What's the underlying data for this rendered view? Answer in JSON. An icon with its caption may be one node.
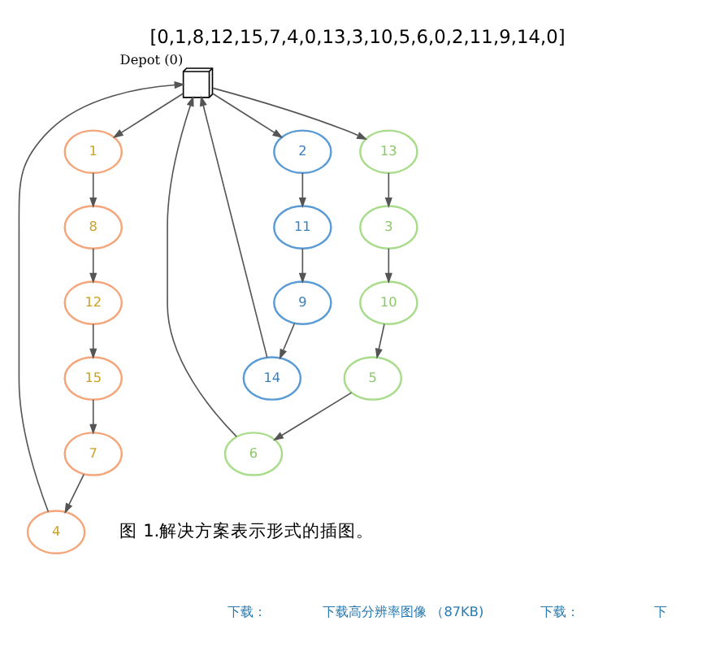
{
  "diagram": {
    "title": "[0,1,8,12,15,7,4,0,13,3,10,5,6,0,2,11,9,14,0]",
    "caption": "图 1.解决方案表示形式的插图。",
    "nodes": [
      {
        "text": [],
        "shape": "box",
        "beside": [
          "Depot (0)"
        ]
      },
      {
        "text": [
          "1"
        ]
      },
      {
        "text": [
          "8"
        ]
      },
      {
        "text": [
          "12"
        ]
      },
      {
        "text": [
          "15"
        ]
      },
      {
        "text": [
          "7"
        ]
      },
      {
        "text": [
          "4"
        ]
      },
      {
        "text": [
          "13"
        ]
      },
      {
        "text": [
          "3"
        ]
      },
      {
        "text": [
          "10"
        ]
      },
      {
        "text": [
          "5"
        ]
      },
      {
        "text": [
          "6"
        ]
      },
      {
        "text": [
          "2"
        ]
      },
      {
        "text": [
          "11"
        ]
      },
      {
        "text": [
          "9"
        ]
      },
      {
        "text": [
          "14"
        ]
      }
    ],
    "edges": [
      {
        "from": 0,
        "to": 1,
        "arrow": "to"
      },
      {
        "from": 1,
        "to": 2,
        "arrow": "to"
      },
      {
        "from": 2,
        "to": 3,
        "arrow": "to"
      },
      {
        "from": 3,
        "to": 4,
        "arrow": "to"
      },
      {
        "from": 4,
        "to": 5,
        "arrow": "to"
      },
      {
        "from": 5,
        "to": 6,
        "arrow": "to"
      },
      {
        "from": 6,
        "to": 0,
        "arrow": "to"
      },
      {
        "from": 0,
        "to": 7,
        "arrow": "to"
      },
      {
        "from": 7,
        "to": 8,
        "arrow": "to"
      },
      {
        "from": 8,
        "to": 9,
        "arrow": "to"
      },
      {
        "from": 9,
        "to": 10,
        "arrow": "to"
      },
      {
        "from": 10,
        "to": 11,
        "arrow": "to"
      },
      {
        "from": 11,
        "to": 0,
        "arrow": "to"
      },
      {
        "from": 0,
        "to": 12,
        "arrow": "to"
      },
      {
        "from": 12,
        "to": 13,
        "arrow": "to"
      },
      {
        "from": 13,
        "to": 14,
        "arrow": "to"
      },
      {
        "from": 14,
        "to": 15,
        "arrow": "to"
      },
      {
        "from": 15,
        "to": 0,
        "arrow": "to"
      }
    ],
    "labels": [
      "下载：",
      "下载高分辨率图像 （87KB)",
      "下载：",
      "下"
    ]
  }
}
